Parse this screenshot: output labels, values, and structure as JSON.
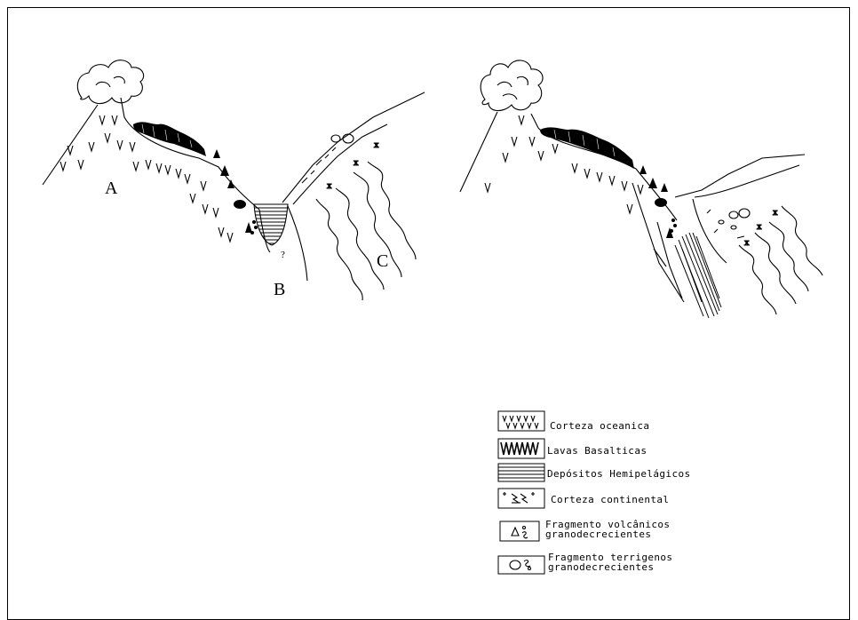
{
  "labels": {
    "a": "A",
    "b": "B",
    "c": "C",
    "question": "?"
  },
  "legend": [
    {
      "pattern": "oceanic-crust",
      "text": "Corteza oceanica"
    },
    {
      "pattern": "basalt-lavas",
      "text": "Lavas Basalticas"
    },
    {
      "pattern": "hemipelagic",
      "text": "Depósitos Hemipelágicos"
    },
    {
      "pattern": "continental-crust",
      "text": "Corteza continental"
    },
    {
      "pattern": "volcanic-fragments",
      "text": "Fragmento volcânicos",
      "text2": "granodecrecientes"
    },
    {
      "pattern": "terrigenous-fragments",
      "text": "Fragmento terrigenos",
      "text2": "granodecrecientes"
    }
  ]
}
